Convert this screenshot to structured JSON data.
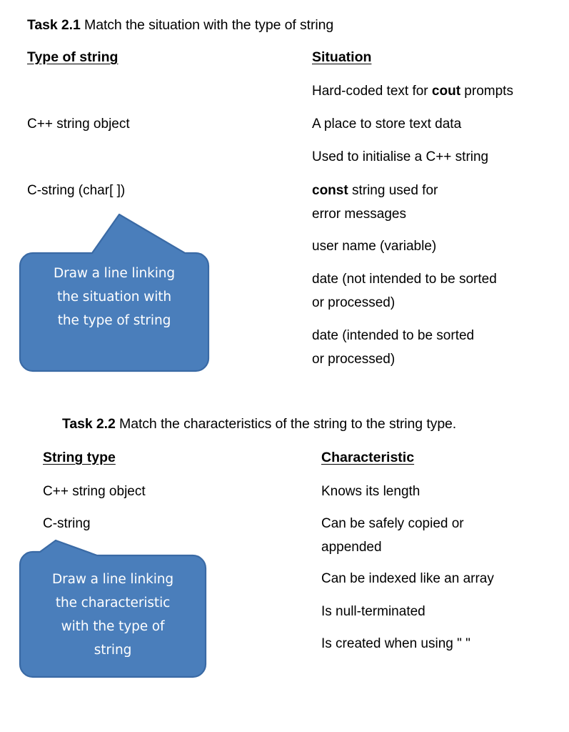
{
  "document": {
    "background_color": "#ffffff",
    "text_color": "#000000",
    "bubble_fill": "#4a7ebb",
    "bubble_stroke": "#3a6aa5",
    "bubble_text_color": "#ffffff"
  },
  "task1": {
    "title_bold": "Task 2.1",
    "title_rest": " Match the situation with the type of string",
    "left_header": "Type of string",
    "right_header": "Situation",
    "left_items": [
      "C++ string object",
      "C-string (char[ ])"
    ],
    "right_items": [
      {
        "pre": "Hard-coded text for ",
        "bold": "cout",
        "post": " prompts"
      },
      {
        "pre": "A place to store text data",
        "bold": "",
        "post": ""
      },
      {
        "pre": "Used to initialise a C++ string",
        "bold": "",
        "post": ""
      },
      {
        "pre": "",
        "bold": "const",
        "post": " string used for"
      },
      {
        "pre": "error messages",
        "bold": "",
        "post": ""
      },
      {
        "pre": "user name (variable)",
        "bold": "",
        "post": ""
      },
      {
        "pre": "date (not intended to be sorted",
        "bold": "",
        "post": ""
      },
      {
        "pre": "or processed)",
        "bold": "",
        "post": ""
      },
      {
        "pre": "date (intended to be sorted",
        "bold": "",
        "post": ""
      },
      {
        "pre": "or processed)",
        "bold": "",
        "post": ""
      }
    ],
    "callout": {
      "lines": [
        "Draw a line linking",
        "the situation with",
        "the type of string"
      ]
    }
  },
  "task2": {
    "title_bold": "Task 2.2",
    "title_rest": " Match the characteristics of the string to the string type.",
    "left_header": "String type",
    "right_header": "Characteristic",
    "left_items": [
      "C++ string object",
      "C-string"
    ],
    "right_items": [
      "Knows its length",
      "Can be safely copied or",
      "appended",
      "Can be indexed like an array",
      "Is null-terminated",
      "Is created when using \"  \""
    ],
    "callout": {
      "lines": [
        "Draw a line linking",
        "the characteristic",
        "with the type of",
        "string"
      ]
    }
  }
}
